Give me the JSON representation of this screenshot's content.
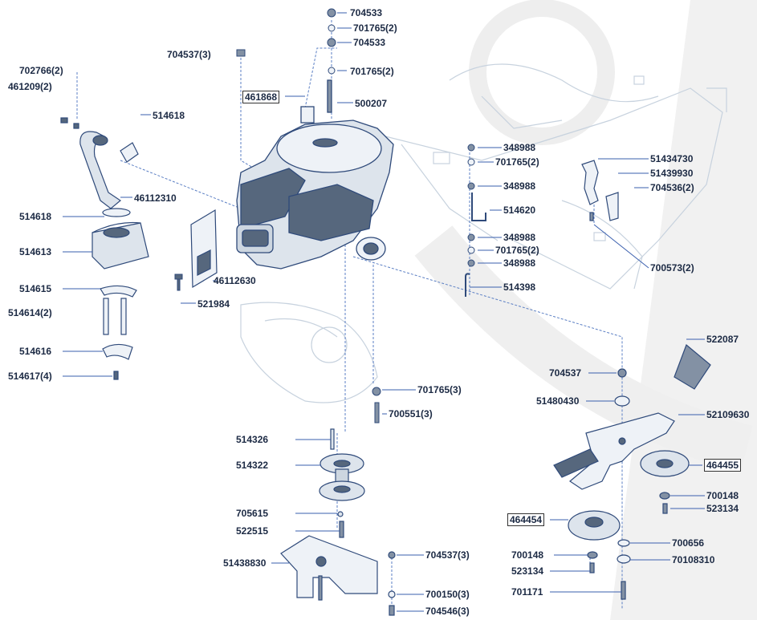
{
  "diagram": {
    "part_numbers": {
      "p704533_a": "704533",
      "p701765_2_a": "701765(2)",
      "p704533_b": "704533",
      "p704537_3_a": "704537(3)",
      "p701765_2_b": "701765(2)",
      "p702766_2": "702766(2)",
      "p461209_2": "461209(2)",
      "p461868": "461868",
      "p500207": "500207",
      "p514618_a": "514618",
      "p46112310": "46112310",
      "p514618_b": "514618",
      "p514613": "514613",
      "p514615": "514615",
      "p514614_2": "514614(2)",
      "p514616": "514616",
      "p514617_4": "514617(4)",
      "p46112630": "46112630",
      "p521984": "521984",
      "p348988_a": "348988",
      "p701765_2_c": "701765(2)",
      "p348988_b": "348988",
      "p514620": "514620",
      "p348988_c": "348988",
      "p701765_2_d": "701765(2)",
      "p348988_d": "348988",
      "p514398": "514398",
      "p51434730": "51434730",
      "p51439930": "51439930",
      "p704536_2": "704536(2)",
      "p700573_2": "700573(2)",
      "p522087": "522087",
      "p704537": "704537",
      "p51480430": "51480430",
      "p52109630": "52109630",
      "p464455": "464455",
      "p700148_a": "700148",
      "p523134_a": "523134",
      "p464454": "464454",
      "p700656": "700656",
      "p700148_b": "700148",
      "p70108310": "70108310",
      "p523134_b": "523134",
      "p701171": "701171",
      "p701765_3": "701765(3)",
      "p700551_3": "700551(3)",
      "p514326": "514326",
      "p514322": "514322",
      "p705615": "705615",
      "p522515": "522515",
      "p51438830": "51438830",
      "p704537_3_b": "704537(3)",
      "p700150_3": "700150(3)",
      "p704546_3": "704546(3)"
    },
    "colors": {
      "line": "#2f4a7a",
      "leader": "#3a5fae",
      "text": "#1c2a44",
      "part_fill": "#dde4ec",
      "part_dark": "#56677d",
      "ghost": "#c7d2de",
      "watermark": "#ececec"
    }
  }
}
